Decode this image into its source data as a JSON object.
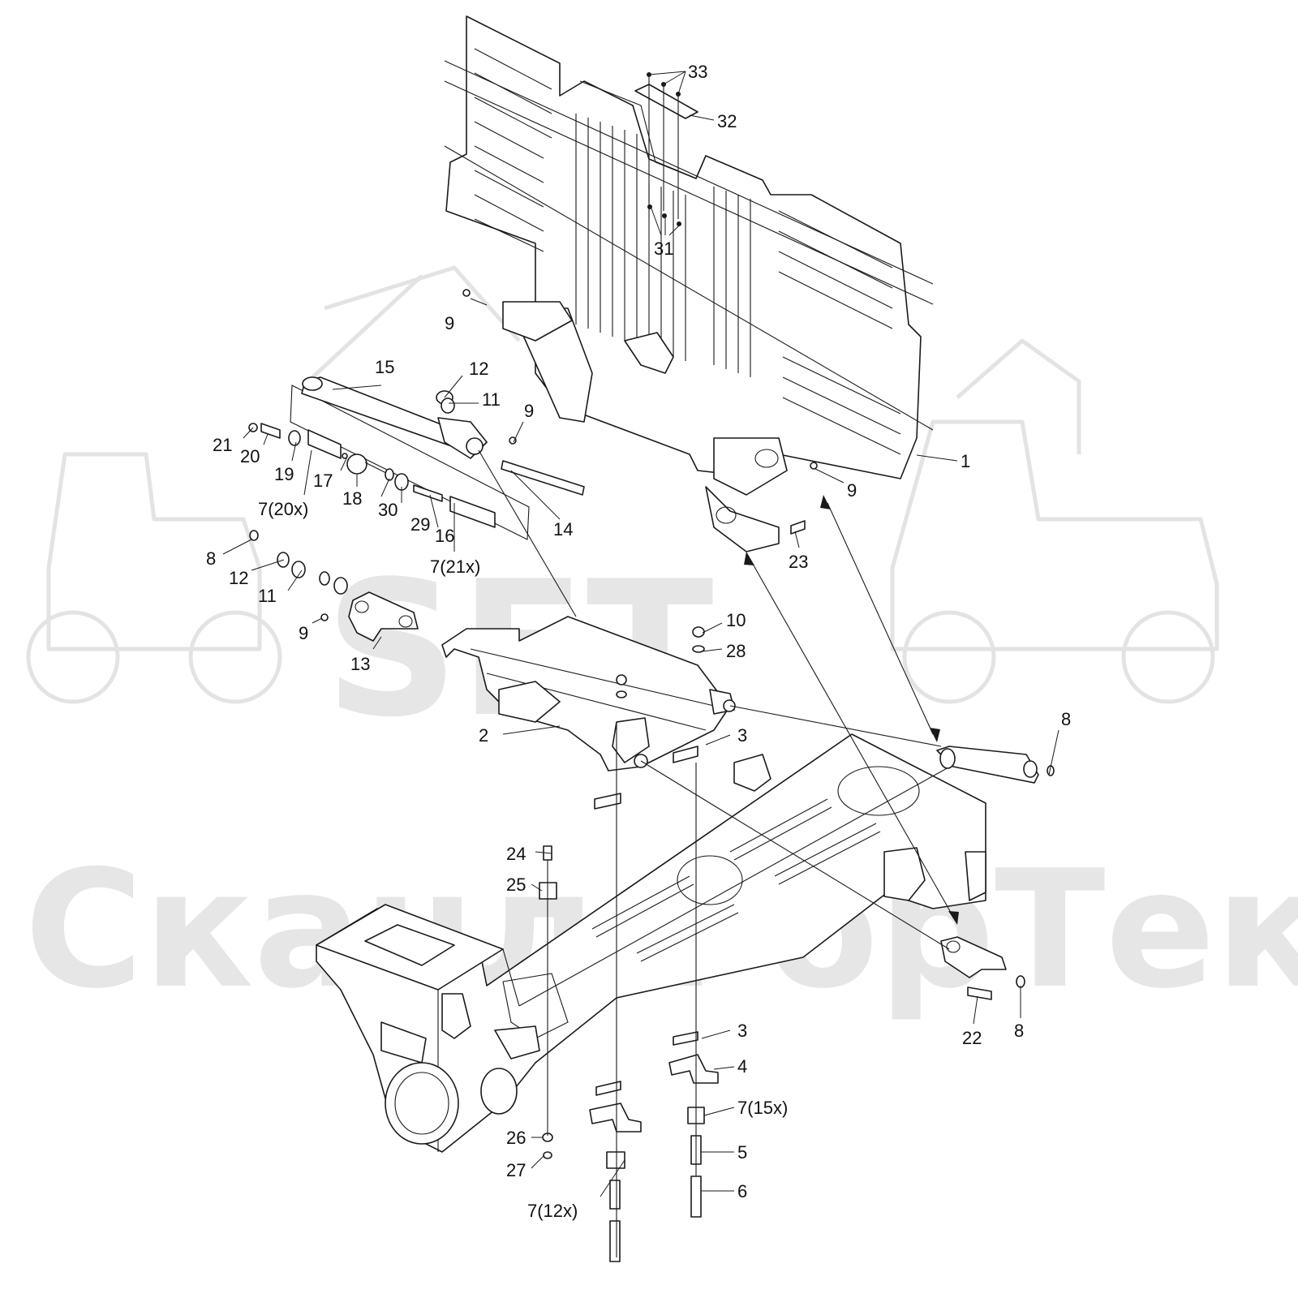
{
  "colors": {
    "line": "#1a1a1a",
    "watermark": "#e6e6e6",
    "background": "#ffffff"
  },
  "watermark": {
    "logo": "SFT",
    "company": "СкандФорТек"
  },
  "callouts": {
    "c1": "1",
    "c2": "2",
    "c3a": "3",
    "c3b": "3",
    "c4": "4",
    "c5": "5",
    "c6": "6",
    "c7_12x": "7(12x)",
    "c7_15x": "7(15x)",
    "c7_20x": "7(20x)",
    "c7_21x": "7(21x)",
    "c8a": "8",
    "c8b": "8",
    "c8c": "8",
    "c9a": "9",
    "c9b": "9",
    "c9c": "9",
    "c9d": "9",
    "c10": "10",
    "c11a": "11",
    "c11b": "11",
    "c12a": "12",
    "c12b": "12",
    "c13": "13",
    "c14": "14",
    "c15": "15",
    "c16": "16",
    "c17": "17",
    "c18": "18",
    "c19": "19",
    "c20": "20",
    "c21": "21",
    "c22": "22",
    "c23": "23",
    "c24": "24",
    "c25": "25",
    "c26": "26",
    "c27": "27",
    "c28": "28",
    "c29": "29",
    "c30": "30",
    "c31": "31",
    "c32": "32",
    "c33": "33"
  }
}
